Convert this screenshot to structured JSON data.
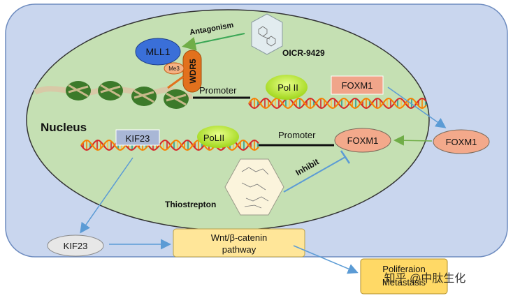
{
  "labels": {
    "antagonism": "Antagonism",
    "oicr": "OICR-9429",
    "mll1": "MLL1",
    "me3": "Me3",
    "wdr5": "WDR5",
    "promoter_top": "Promoter",
    "pol2_top": "Pol II",
    "foxm1_top": "FOXM1",
    "nucleus": "Nucleus",
    "kif23_gene": "KIF23",
    "pol2_mid": "PoLII",
    "promoter_mid": "Promoter",
    "foxm1_mid": "FOXM1",
    "foxm1_out": "FOXM1",
    "inhibit": "Inhibit",
    "thiostrepton": "Thiostrepton",
    "kif23_protein": "KIF23",
    "wnt_line1": "Wnt/β-catenin",
    "wnt_line2": "pathway",
    "outcome_line1": "Poliferaion",
    "outcome_line2": "Metastasis",
    "watermark": "知乎 @中肽生化"
  },
  "colors": {
    "cell": "#c9d6ee",
    "nucleus": "#c5e0b3",
    "mll1": "#3a6fd8",
    "wdr5": "#e2711d",
    "pol2": "#b7f21a",
    "foxm1_box": "#f0a58a",
    "foxm1_oval": "#f3a98b",
    "wnt": "#ffe699",
    "outcome": "#ffd966",
    "arrow_blue": "#5b9bd5",
    "arrow_green": "#70ad47"
  }
}
